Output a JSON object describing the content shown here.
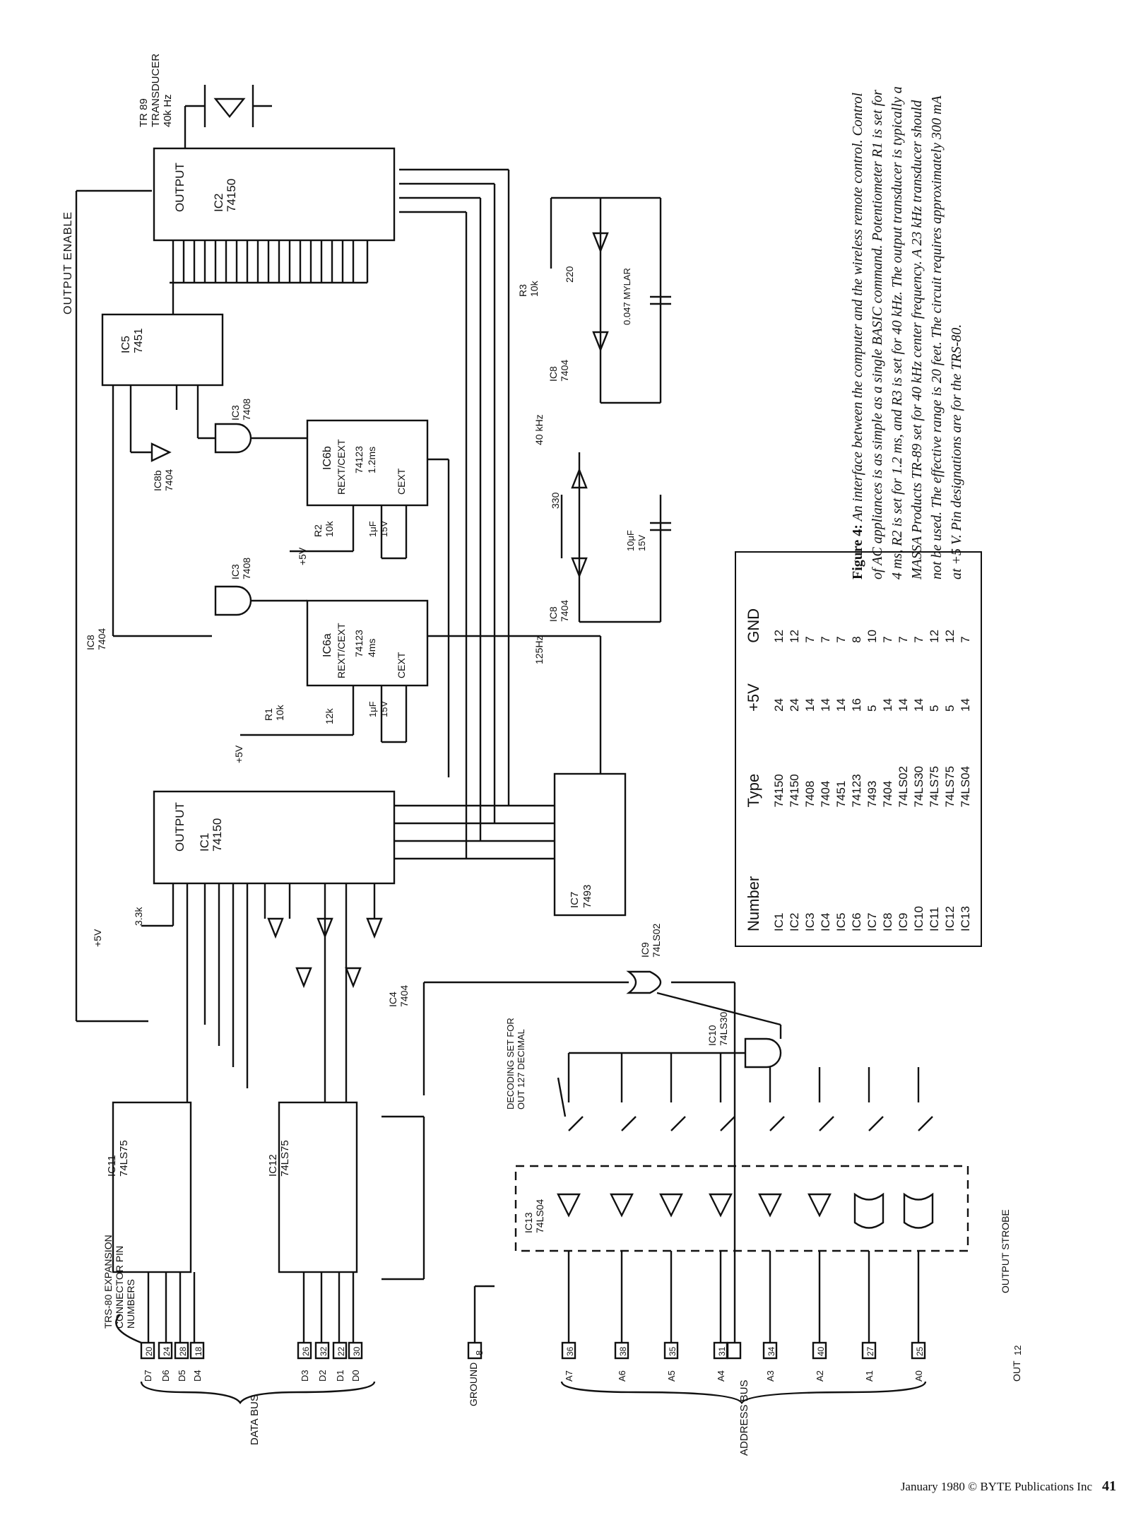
{
  "labels": {
    "output_enable": "OUTPUT ENABLE",
    "transducer": "TR 89",
    "transducer2": "TRANSDUCER",
    "transducer3": "40k Hz",
    "data_bus": "DATA BUS",
    "address_bus": "ADDRESS BUS",
    "connector_note": "TRS-80 EXPANSION CONNECTOR PIN NUMBERS",
    "decoding_note": "DECODING SET FOR OUT 127 DECIMAL",
    "output_strobe": "OUTPUT STROBE",
    "ground": "GROUND",
    "out": "OUT",
    "plus5v": "+5V",
    "freq_125": "125Hz",
    "freq_40k": "40 kHz",
    "mylar": "0.047 MYLAR"
  },
  "chips": {
    "ic1": {
      "name": "IC1",
      "type": "74150",
      "output": "OUTPUT"
    },
    "ic2": {
      "name": "IC2",
      "type": "74150",
      "output": "OUTPUT"
    },
    "ic5": {
      "name": "IC5",
      "type": "7451"
    },
    "ic6a": {
      "name": "IC6a",
      "type": "74123",
      "time": "4ms",
      "rext": "REXT/CEXT",
      "cext": "CEXT"
    },
    "ic6b": {
      "name": "IC6b",
      "type": "74123",
      "time": "1.2ms",
      "rext": "REXT/CEXT",
      "cext": "CEXT"
    },
    "ic7": {
      "name": "IC7",
      "type": "7493"
    },
    "ic11": {
      "name": "IC11",
      "type": "74LS75"
    },
    "ic12": {
      "name": "IC12",
      "type": "74LS75"
    },
    "ic10": {
      "name": "IC10",
      "type": "74LS30"
    },
    "ic9": {
      "name": "IC9",
      "type": "74LS02"
    },
    "ic13": {
      "name": "IC13",
      "type": "74LS04"
    },
    "ic3": {
      "name": "IC3",
      "type": "7408"
    },
    "ic4": {
      "name": "IC4",
      "type": "7404"
    },
    "ic8": {
      "name": "IC8",
      "type": "7404"
    },
    "ic8b": {
      "name": "IC8b",
      "type": "7404"
    }
  },
  "components": {
    "r1": {
      "name": "R1",
      "value": "10k"
    },
    "r2": {
      "name": "R2",
      "value": "10k"
    },
    "r3": {
      "name": "R3",
      "value": "10k"
    },
    "r_12k": "12k",
    "r_33k": "3.3k",
    "r_330": "330",
    "r_220": "220",
    "c_1uf": "1μF",
    "c_15v": "15V",
    "c_10uf": "10μF"
  },
  "data_pins": [
    {
      "name": "D7",
      "pin": "20"
    },
    {
      "name": "D6",
      "pin": "24"
    },
    {
      "name": "D5",
      "pin": "28"
    },
    {
      "name": "D4",
      "pin": "18"
    },
    {
      "name": "D3",
      "pin": "26"
    },
    {
      "name": "D2",
      "pin": "32"
    },
    {
      "name": "D1",
      "pin": "22"
    },
    {
      "name": "D0",
      "pin": "30"
    }
  ],
  "address_pins": [
    {
      "name": "A7",
      "pin": "36"
    },
    {
      "name": "A6",
      "pin": "38"
    },
    {
      "name": "A5",
      "pin": "35"
    },
    {
      "name": "A4",
      "pin": "31"
    },
    {
      "name": "A3",
      "pin": "34"
    },
    {
      "name": "A2",
      "pin": "40"
    },
    {
      "name": "A1",
      "pin": "27"
    },
    {
      "name": "A0",
      "pin": "25"
    }
  ],
  "ground_pin": "8",
  "out_pin": "12",
  "table": {
    "headers": [
      "Number",
      "Type",
      "+5V",
      "GND"
    ],
    "rows": [
      [
        "IC1",
        "74150",
        "24",
        "12"
      ],
      [
        "IC2",
        "74150",
        "24",
        "12"
      ],
      [
        "IC3",
        "7408",
        "14",
        "7"
      ],
      [
        "IC4",
        "7404",
        "14",
        "7"
      ],
      [
        "IC5",
        "7451",
        "14",
        "7"
      ],
      [
        "IC6",
        "74123",
        "16",
        "8"
      ],
      [
        "IC7",
        "7493",
        "5",
        "10"
      ],
      [
        "IC8",
        "7404",
        "14",
        "7"
      ],
      [
        "IC9",
        "74LS02",
        "14",
        "7"
      ],
      [
        "IC10",
        "74LS30",
        "14",
        "7"
      ],
      [
        "IC11",
        "74LS75",
        "5",
        "12"
      ],
      [
        "IC12",
        "74LS75",
        "5",
        "12"
      ],
      [
        "IC13",
        "74LS04",
        "14",
        "7"
      ]
    ]
  },
  "caption": {
    "lead": "Figure 4:",
    "text": "An interface between the computer and the wireless remote control. Control of AC appliances is as simple as a single BASIC command. Potentiometer R1 is set for 4 ms, R2 is set for 1.2 ms, and R3 is set for 40 kHz. The output transducer is typically a MASSA Products TR-89 set for 40 kHz center frequency. A 23 kHz transducer should not be used. The effective range is 20 feet. The circuit requires approximately 300 mA at +5 V. Pin designations are for the TRS-80."
  },
  "footer": {
    "text": "January 1980 © BYTE Publications Inc",
    "page": "41"
  }
}
